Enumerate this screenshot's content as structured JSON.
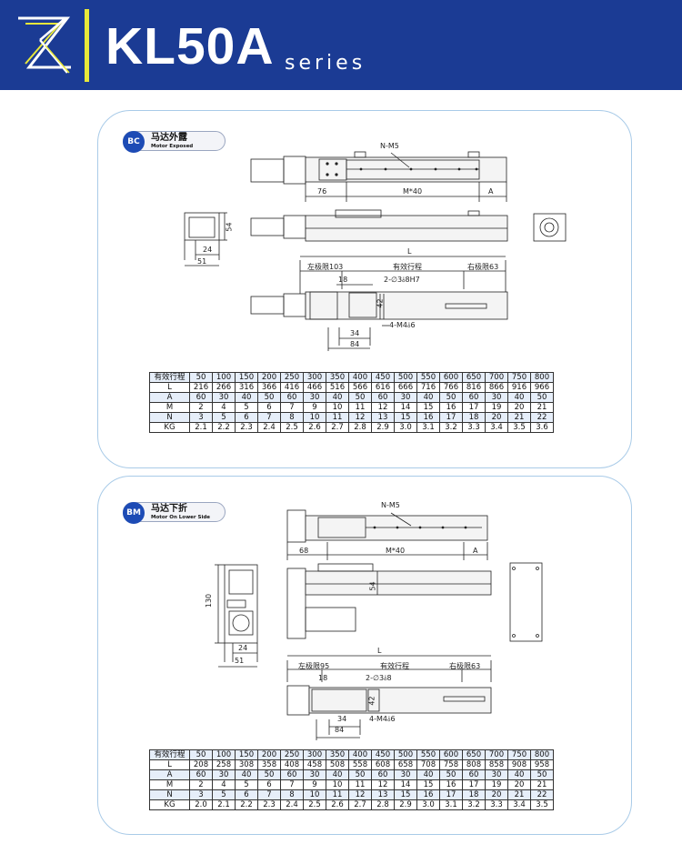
{
  "header": {
    "logo_icon": "zk-monogram-logo",
    "title": "KL50A",
    "subtitle": "series",
    "colors": {
      "band": "#1b3b94",
      "accent": "#e8e83a"
    }
  },
  "section_bc": {
    "badge_code": "BC",
    "badge_title": "马达外露",
    "badge_subtitle": "Motor Exposed",
    "dims": {
      "nm5": "N-M5",
      "d76": "76",
      "m40": "M*40",
      "a": "A",
      "d54": "54",
      "d24": "24",
      "d51": "51",
      "l": "L",
      "limit_left": "左极限103",
      "stroke": "有效行程",
      "limit_right": "右极限63",
      "d18": "18",
      "pin": "2-∅3⫰8H7",
      "d42": "42",
      "m4": "4-M4⫰6",
      "d34": "34",
      "d84": "84"
    },
    "table": {
      "rows": [
        {
          "label": "有效行程",
          "values": [
            "50",
            "100",
            "150",
            "200",
            "250",
            "300",
            "350",
            "400",
            "450",
            "500",
            "550",
            "600",
            "650",
            "700",
            "750",
            "800"
          ]
        },
        {
          "label": "L",
          "values": [
            "216",
            "266",
            "316",
            "366",
            "416",
            "466",
            "516",
            "566",
            "616",
            "666",
            "716",
            "766",
            "816",
            "866",
            "916",
            "966"
          ]
        },
        {
          "label": "A",
          "values": [
            "60",
            "30",
            "40",
            "50",
            "60",
            "30",
            "40",
            "50",
            "60",
            "30",
            "40",
            "50",
            "60",
            "30",
            "40",
            "50"
          ]
        },
        {
          "label": "M",
          "values": [
            "2",
            "4",
            "5",
            "6",
            "7",
            "9",
            "10",
            "11",
            "12",
            "14",
            "15",
            "16",
            "17",
            "19",
            "20",
            "21"
          ]
        },
        {
          "label": "N",
          "values": [
            "3",
            "5",
            "6",
            "7",
            "8",
            "10",
            "11",
            "12",
            "13",
            "15",
            "16",
            "17",
            "18",
            "20",
            "21",
            "22"
          ]
        },
        {
          "label": "KG",
          "values": [
            "2.1",
            "2.2",
            "2.3",
            "2.4",
            "2.5",
            "2.6",
            "2.7",
            "2.8",
            "2.9",
            "3.0",
            "3.1",
            "3.2",
            "3.3",
            "3.4",
            "3.5",
            "3.6"
          ]
        }
      ]
    }
  },
  "section_bm": {
    "badge_code": "BM",
    "badge_title": "马达下折",
    "badge_subtitle": "Motor On Lower Side",
    "dims": {
      "nm5": "N-M5",
      "d68": "68",
      "m40": "M*40",
      "a": "A",
      "d54": "54",
      "d130": "130",
      "d24": "24",
      "d51": "51",
      "l": "L",
      "limit_left": "左极限95",
      "stroke": "有效行程",
      "limit_right": "右极限63",
      "d18": "18",
      "pin": "2-∅3⫰8",
      "d42": "42",
      "m4": "4-M4⫰6",
      "d34": "34",
      "d84": "84"
    },
    "table": {
      "rows": [
        {
          "label": "有效行程",
          "values": [
            "50",
            "100",
            "150",
            "200",
            "250",
            "300",
            "350",
            "400",
            "450",
            "500",
            "550",
            "600",
            "650",
            "700",
            "750",
            "800"
          ]
        },
        {
          "label": "L",
          "values": [
            "208",
            "258",
            "308",
            "358",
            "408",
            "458",
            "508",
            "558",
            "608",
            "658",
            "708",
            "758",
            "808",
            "858",
            "908",
            "958"
          ]
        },
        {
          "label": "A",
          "values": [
            "60",
            "30",
            "40",
            "50",
            "60",
            "30",
            "40",
            "50",
            "60",
            "30",
            "40",
            "50",
            "60",
            "30",
            "40",
            "50"
          ]
        },
        {
          "label": "M",
          "values": [
            "2",
            "4",
            "5",
            "6",
            "7",
            "9",
            "10",
            "11",
            "12",
            "14",
            "15",
            "16",
            "17",
            "19",
            "20",
            "21"
          ]
        },
        {
          "label": "N",
          "values": [
            "3",
            "5",
            "6",
            "7",
            "8",
            "10",
            "11",
            "12",
            "13",
            "15",
            "16",
            "17",
            "18",
            "20",
            "21",
            "22"
          ]
        },
        {
          "label": "KG",
          "values": [
            "2.0",
            "2.1",
            "2.2",
            "2.3",
            "2.4",
            "2.5",
            "2.6",
            "2.7",
            "2.8",
            "2.9",
            "3.0",
            "3.1",
            "3.2",
            "3.3",
            "3.4",
            "3.5"
          ]
        }
      ]
    }
  }
}
